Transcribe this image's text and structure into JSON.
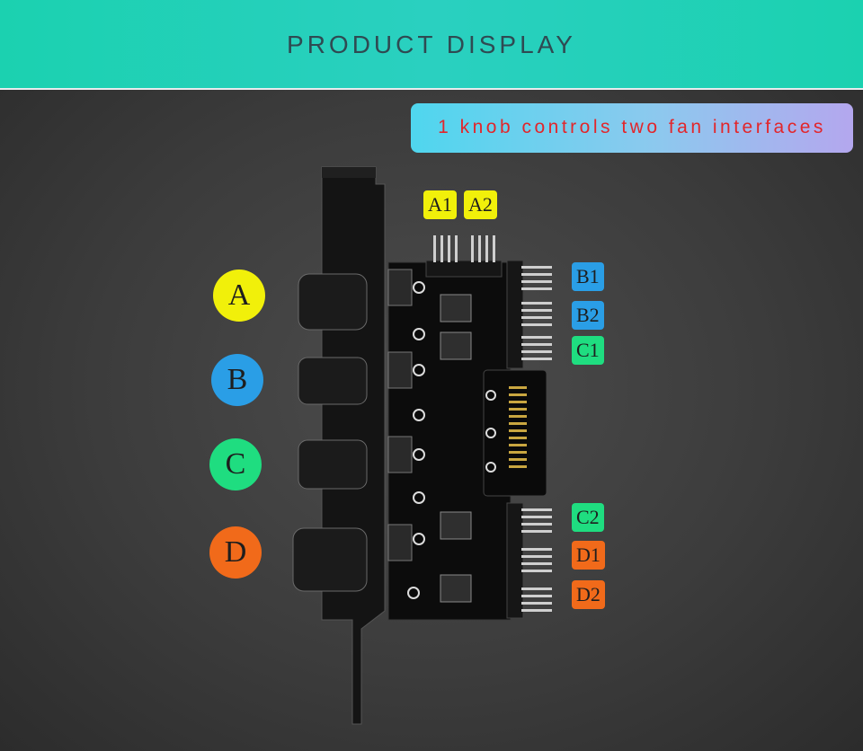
{
  "header": {
    "title": "PRODUCT DISPLAY"
  },
  "banner": {
    "text": "1 knob controls two fan interfaces"
  },
  "knobs": [
    {
      "label": "A",
      "color": "#f1f00a"
    },
    {
      "label": "B",
      "color": "#2a9ee6"
    },
    {
      "label": "C",
      "color": "#1fdd80"
    },
    {
      "label": "D",
      "color": "#f16a1a"
    }
  ],
  "top_ports": [
    "A1",
    "A2"
  ],
  "right_ports_upper": [
    "B1",
    "B2",
    "C1"
  ],
  "right_ports_lower": [
    "C2",
    "D1",
    "D2"
  ],
  "colors": {
    "header": "#1bd1b0",
    "banner_text": "#e2262b"
  }
}
